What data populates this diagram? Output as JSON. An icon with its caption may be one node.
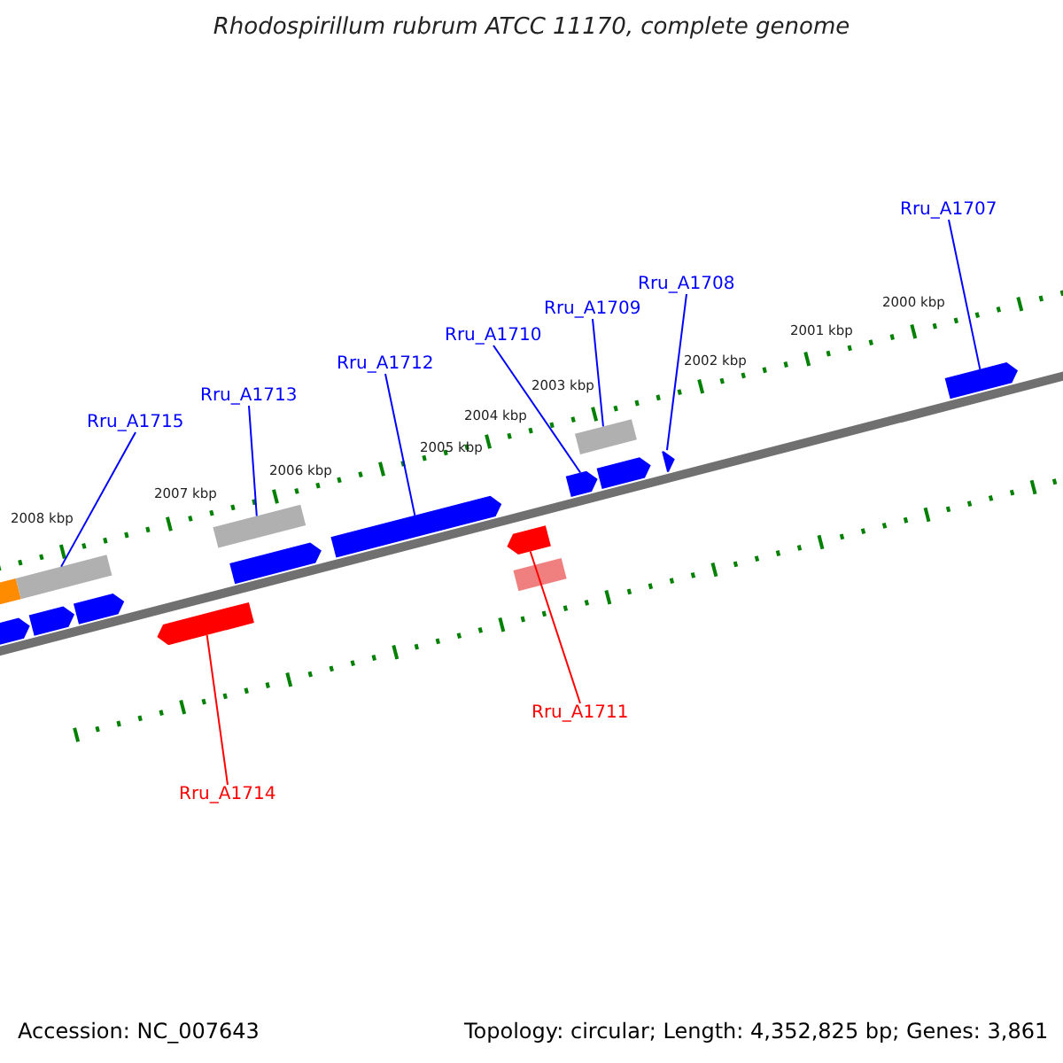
{
  "diagram": {
    "title": "Rhodospirillum rubrum ATCC 11170, complete genome",
    "nodes": [
      {
        "text": [
          "Rru_A1707"
        ]
      },
      {
        "text": [
          "Rru_A1708"
        ]
      },
      {
        "text": [
          "Rru_A1709"
        ]
      },
      {
        "text": [
          "Rru_A1710"
        ]
      },
      {
        "text": [
          "Rru_A1712"
        ]
      },
      {
        "text": [
          "Rru_A1713"
        ]
      },
      {
        "text": [
          "Rru_A1715"
        ]
      },
      {
        "text": [
          "Rru_A1711"
        ]
      },
      {
        "text": [
          "Rru_A1714"
        ]
      },
      {
        "text": [],
        "shape": "arrow"
      },
      {
        "text": [],
        "shape": "box"
      },
      {
        "text": [],
        "shape": "box"
      },
      {
        "text": [],
        "shape": "arrow"
      },
      {
        "text": [],
        "shape": "arrow"
      },
      {
        "text": [],
        "shape": "arrow"
      },
      {
        "text": [],
        "shape": "box"
      },
      {
        "text": [],
        "shape": "arrow"
      },
      {
        "text": [],
        "shape": "arrow"
      },
      {
        "text": [],
        "shape": "arrow"
      },
      {
        "text": [],
        "shape": "box"
      },
      {
        "text": [],
        "shape": "arrow"
      },
      {
        "text": [],
        "shape": "box"
      },
      {
        "text": [],
        "shape": "arrow"
      },
      {
        "text": [],
        "shape": "arrow"
      },
      {
        "text": [],
        "shape": "arrow"
      }
    ],
    "edges": [
      {
        "from": 0,
        "to": 24,
        "arrow": "none"
      },
      {
        "from": 1,
        "to": 23,
        "arrow": "none"
      },
      {
        "from": 2,
        "to": 21,
        "arrow": "none"
      },
      {
        "from": 3,
        "to": 20,
        "arrow": "none"
      },
      {
        "from": 4,
        "to": 17,
        "arrow": "none"
      },
      {
        "from": 5,
        "to": 15,
        "arrow": "none"
      },
      {
        "from": 6,
        "to": 11,
        "arrow": "none"
      },
      {
        "from": 7,
        "to": 18,
        "arrow": "none",
        "color": "#ff0000"
      },
      {
        "from": 8,
        "to": 14,
        "arrow": "none",
        "color": "#ff0000"
      }
    ],
    "labels": [
      "2000 kbp",
      "2001 kbp",
      "2002 kbp",
      "2003 kbp",
      "2004 kbp",
      "2005 kbp",
      "2006 kbp",
      "2007 kbp",
      "2008 kbp",
      "Accession: NC_007643",
      "Topology: circular; Length: 4,352,825 bp; Genes: 3,861"
    ]
  }
}
